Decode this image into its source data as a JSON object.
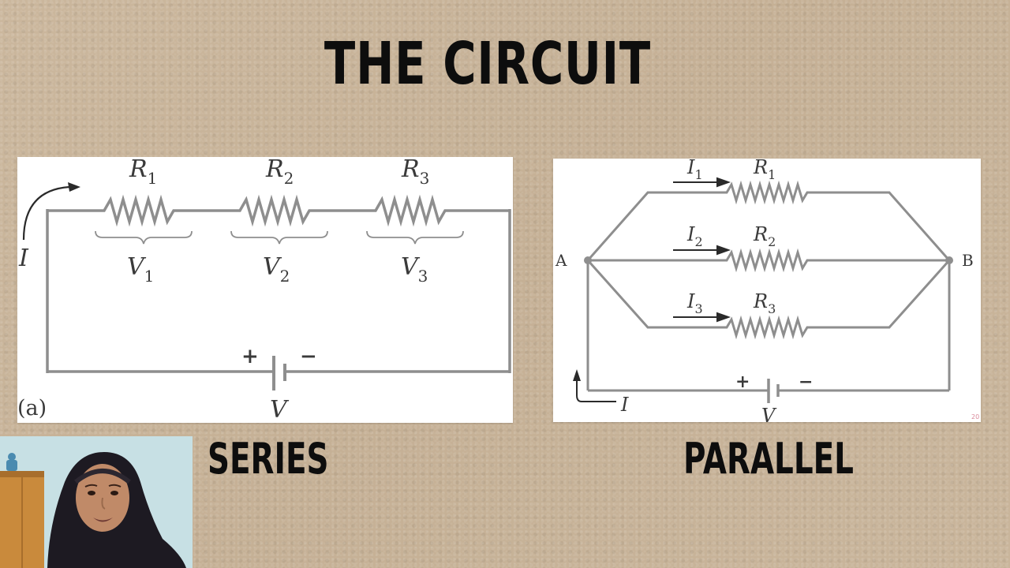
{
  "slide": {
    "title": "THE CIRCUIT",
    "series_caption": "SERIES",
    "parallel_caption": "PARALLEL"
  },
  "series_diagram": {
    "resistor_labels": [
      "R",
      "R",
      "R"
    ],
    "resistor_subs": [
      "1",
      "2",
      "3"
    ],
    "voltage_labels": [
      "V",
      "V",
      "V"
    ],
    "voltage_subs": [
      "1",
      "2",
      "3"
    ],
    "current_label": "I",
    "battery_plus": "+",
    "battery_minus": "−",
    "source_label": "V",
    "figure_tag": "(a)"
  },
  "parallel_diagram": {
    "current_labels": [
      "I",
      "I",
      "I"
    ],
    "current_subs": [
      "1",
      "2",
      "3"
    ],
    "resistor_labels": [
      "R",
      "R",
      "R"
    ],
    "resistor_subs": [
      "1",
      "2",
      "3"
    ],
    "node_a": "A",
    "node_b": "B",
    "current_label": "I",
    "battery_plus": "+",
    "battery_minus": "−",
    "source_label": "V",
    "page_number": "20"
  },
  "colors": {
    "wire": "#8e8e8e",
    "arrow": "#2a2a2a",
    "page_number": "#d98a9a"
  }
}
